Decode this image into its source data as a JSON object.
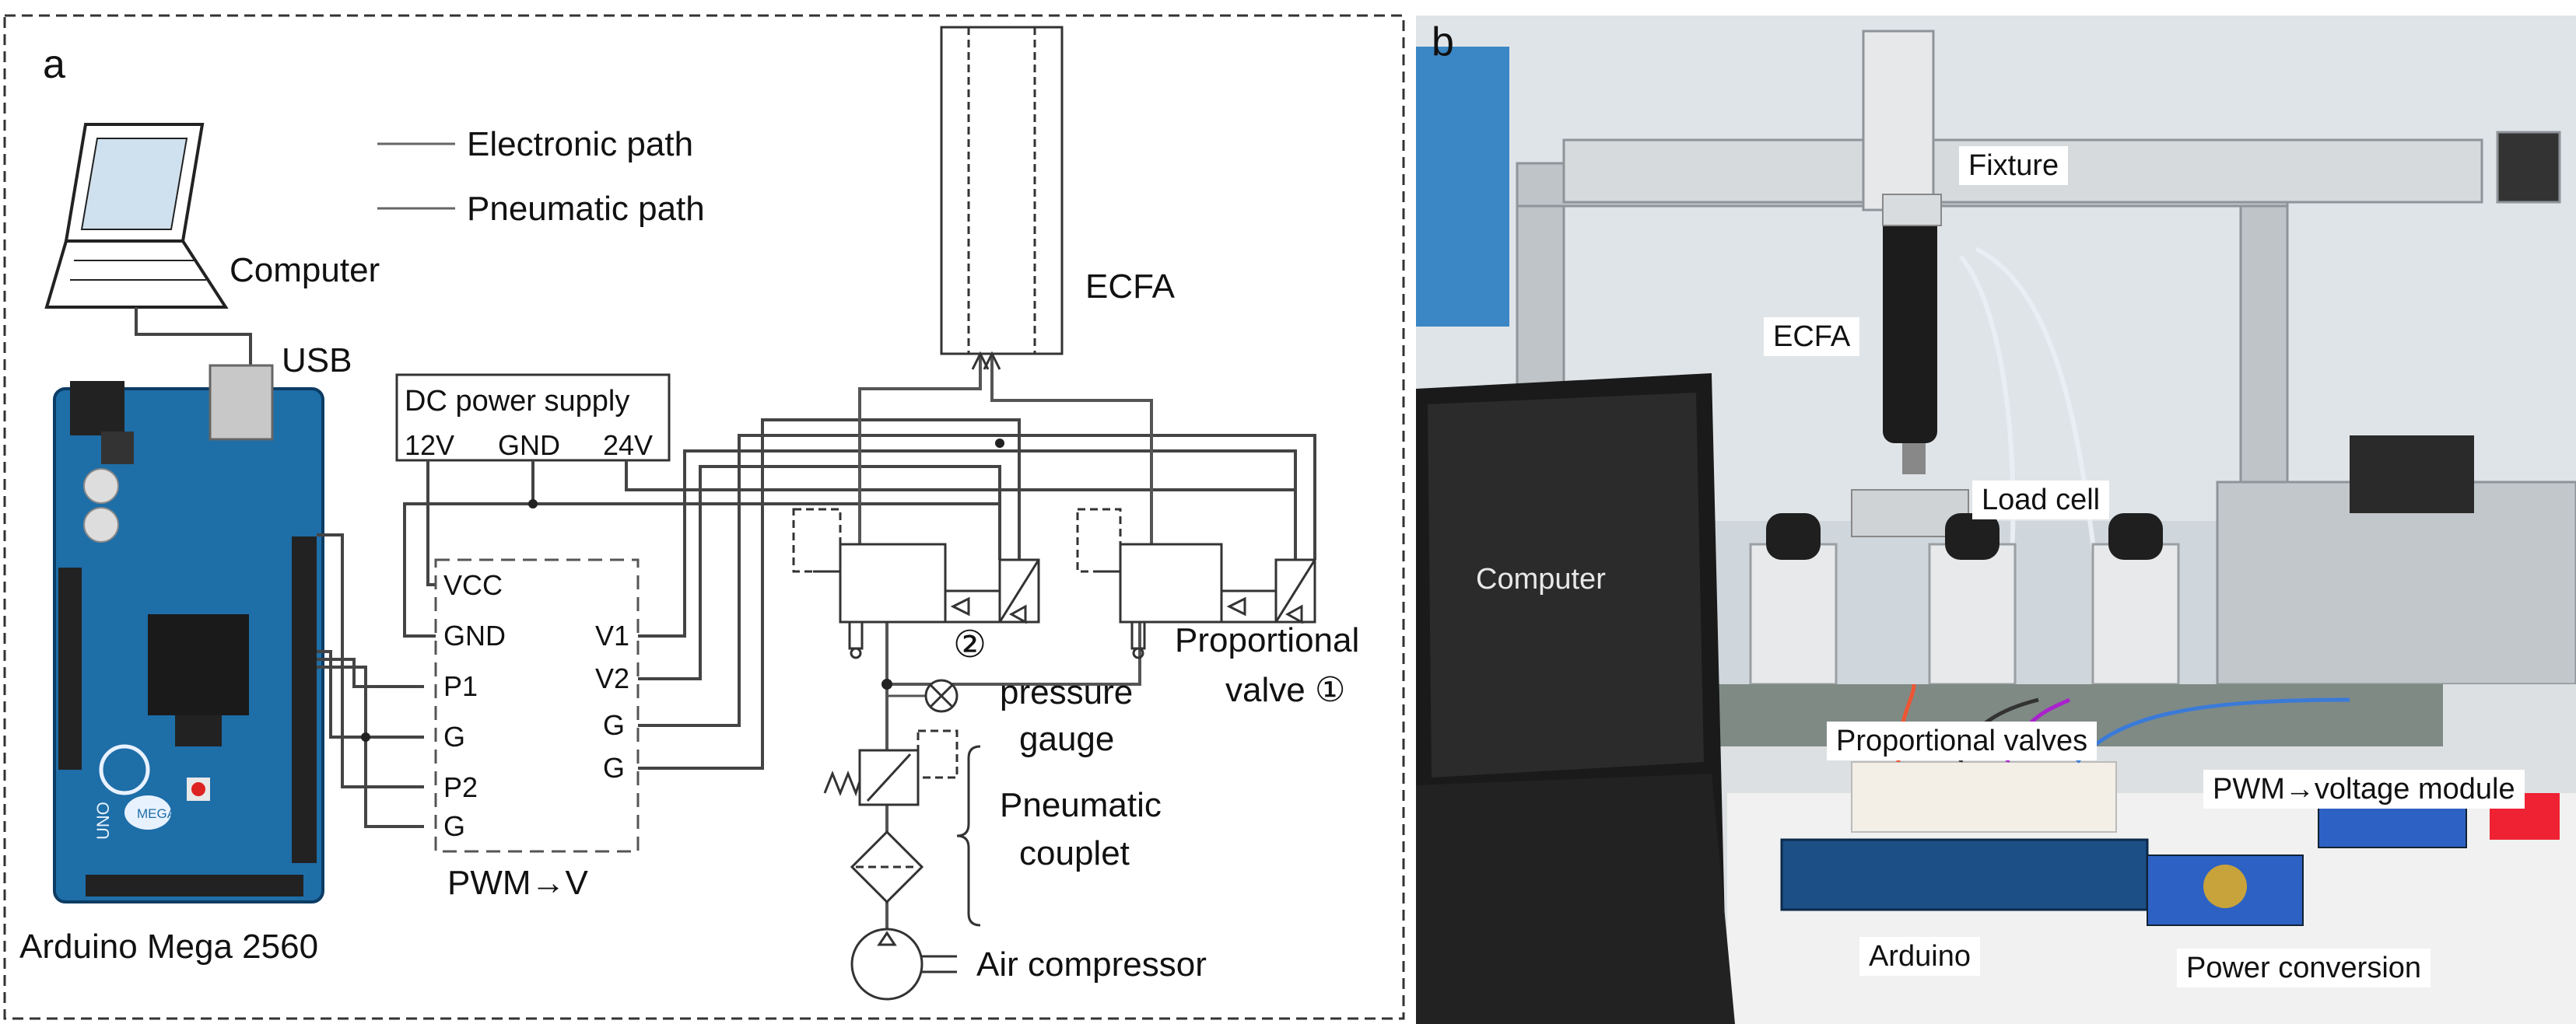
{
  "panel_a": {
    "letter": "a",
    "legend": {
      "electronic": "Electronic path",
      "pneumatic": "Pneumatic path"
    },
    "computer": "Computer",
    "usb": "USB",
    "arduino": "Arduino Mega 2560",
    "board_text": {
      "uno": "UNO",
      "mega": "MEGA"
    },
    "dc_supply": {
      "title": "DC power supply",
      "v12": "12V",
      "gnd": "GND",
      "v24": "24V"
    },
    "pwm_module": {
      "label": "PWM→V",
      "left_pins": [
        "VCC",
        "GND",
        "P1",
        "G",
        "P2",
        "G"
      ],
      "right_pins": [
        "V1",
        "V2",
        "G",
        "G"
      ]
    },
    "ecfa": "ECFA",
    "valve_numbers": [
      "②",
      "①"
    ],
    "proportional_valve": [
      "Proportional",
      "valve ①"
    ],
    "pressure_gauge": [
      "pressure",
      "gauge"
    ],
    "pneumatic_couplet": [
      "Pneumatic",
      "couplet"
    ],
    "air_compressor": "Air compressor"
  },
  "panel_b": {
    "letter": "b",
    "labels": {
      "fixture": "Fixture",
      "ecfa": "ECFA",
      "load_cell": "Load cell",
      "computer": "Computer",
      "proportional_valves": "Proportional valves",
      "pwm_voltage": "PWM→voltage module",
      "arduino": "Arduino",
      "power_conversion": "Power conversion"
    }
  }
}
